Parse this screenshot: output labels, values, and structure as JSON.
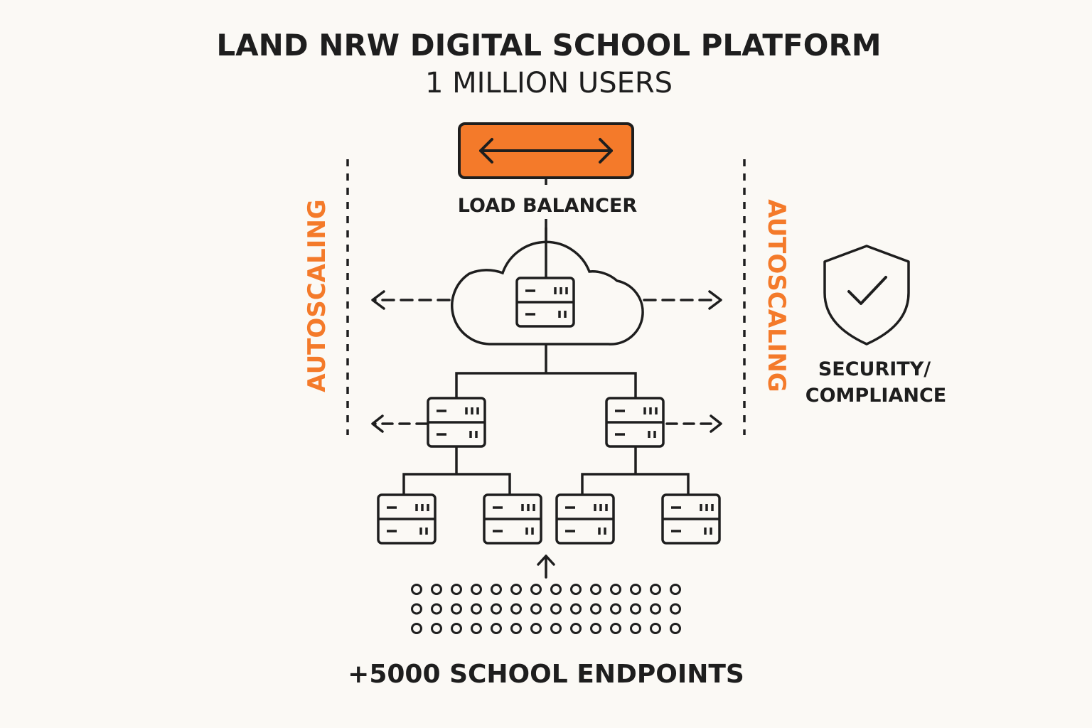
{
  "title": "LAND NRW DIGITAL SCHOOL PLATFORM",
  "subtitle": "1 MILLION USERS",
  "load_balancer": {
    "label": "LOAD BALANCER",
    "icon": "double-arrow-icon"
  },
  "autoscaling": {
    "left_label": "AUTOSCALING",
    "right_label": "AUTOSCALING"
  },
  "security": {
    "line1": "SECURITY/",
    "line2": "COMPLIANCE",
    "icon": "shield-check-icon"
  },
  "endpoints": {
    "label": "+5000 SCHOOL ENDPOINTS",
    "rows": 3,
    "per_row": 14
  },
  "colors": {
    "accent": "#f47a2a",
    "ink": "#1e1e1e",
    "background": "#fbf9f5"
  }
}
